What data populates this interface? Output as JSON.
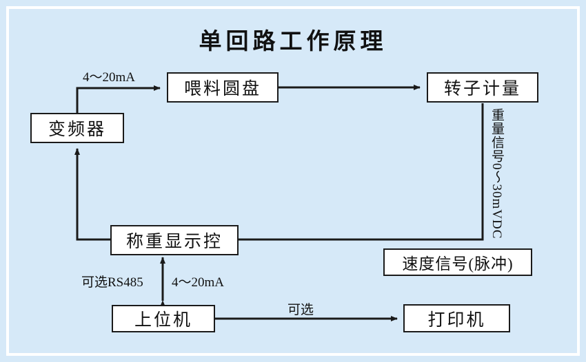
{
  "title": "单回路工作原理",
  "colors": {
    "background": "#d6e9f8",
    "frame": "#ffffff",
    "node_fill": "#ffffff",
    "line": "#1a1a1a",
    "text": "#111111"
  },
  "nodes": [
    {
      "id": "inverter",
      "label": "变频器"
    },
    {
      "id": "feeder-disc",
      "label": "喂料圆盘"
    },
    {
      "id": "rotor-meter",
      "label": "转子计量"
    },
    {
      "id": "weigh-display",
      "label": "称重显示控"
    },
    {
      "id": "speed-signal",
      "label": "速度信号(脉冲)"
    },
    {
      "id": "host-computer",
      "label": "上位机"
    },
    {
      "id": "printer",
      "label": "打印机"
    }
  ],
  "edge_labels": [
    {
      "id": "inverter-to-feeder",
      "text": "4～20mA"
    },
    {
      "id": "weight-signal",
      "text": "重量信号0～30mVDC"
    },
    {
      "id": "optional-rs485",
      "text": "可选RS485"
    },
    {
      "id": "host-to-display",
      "text": "4～20mA"
    },
    {
      "id": "host-to-printer",
      "text": "可选"
    }
  ]
}
